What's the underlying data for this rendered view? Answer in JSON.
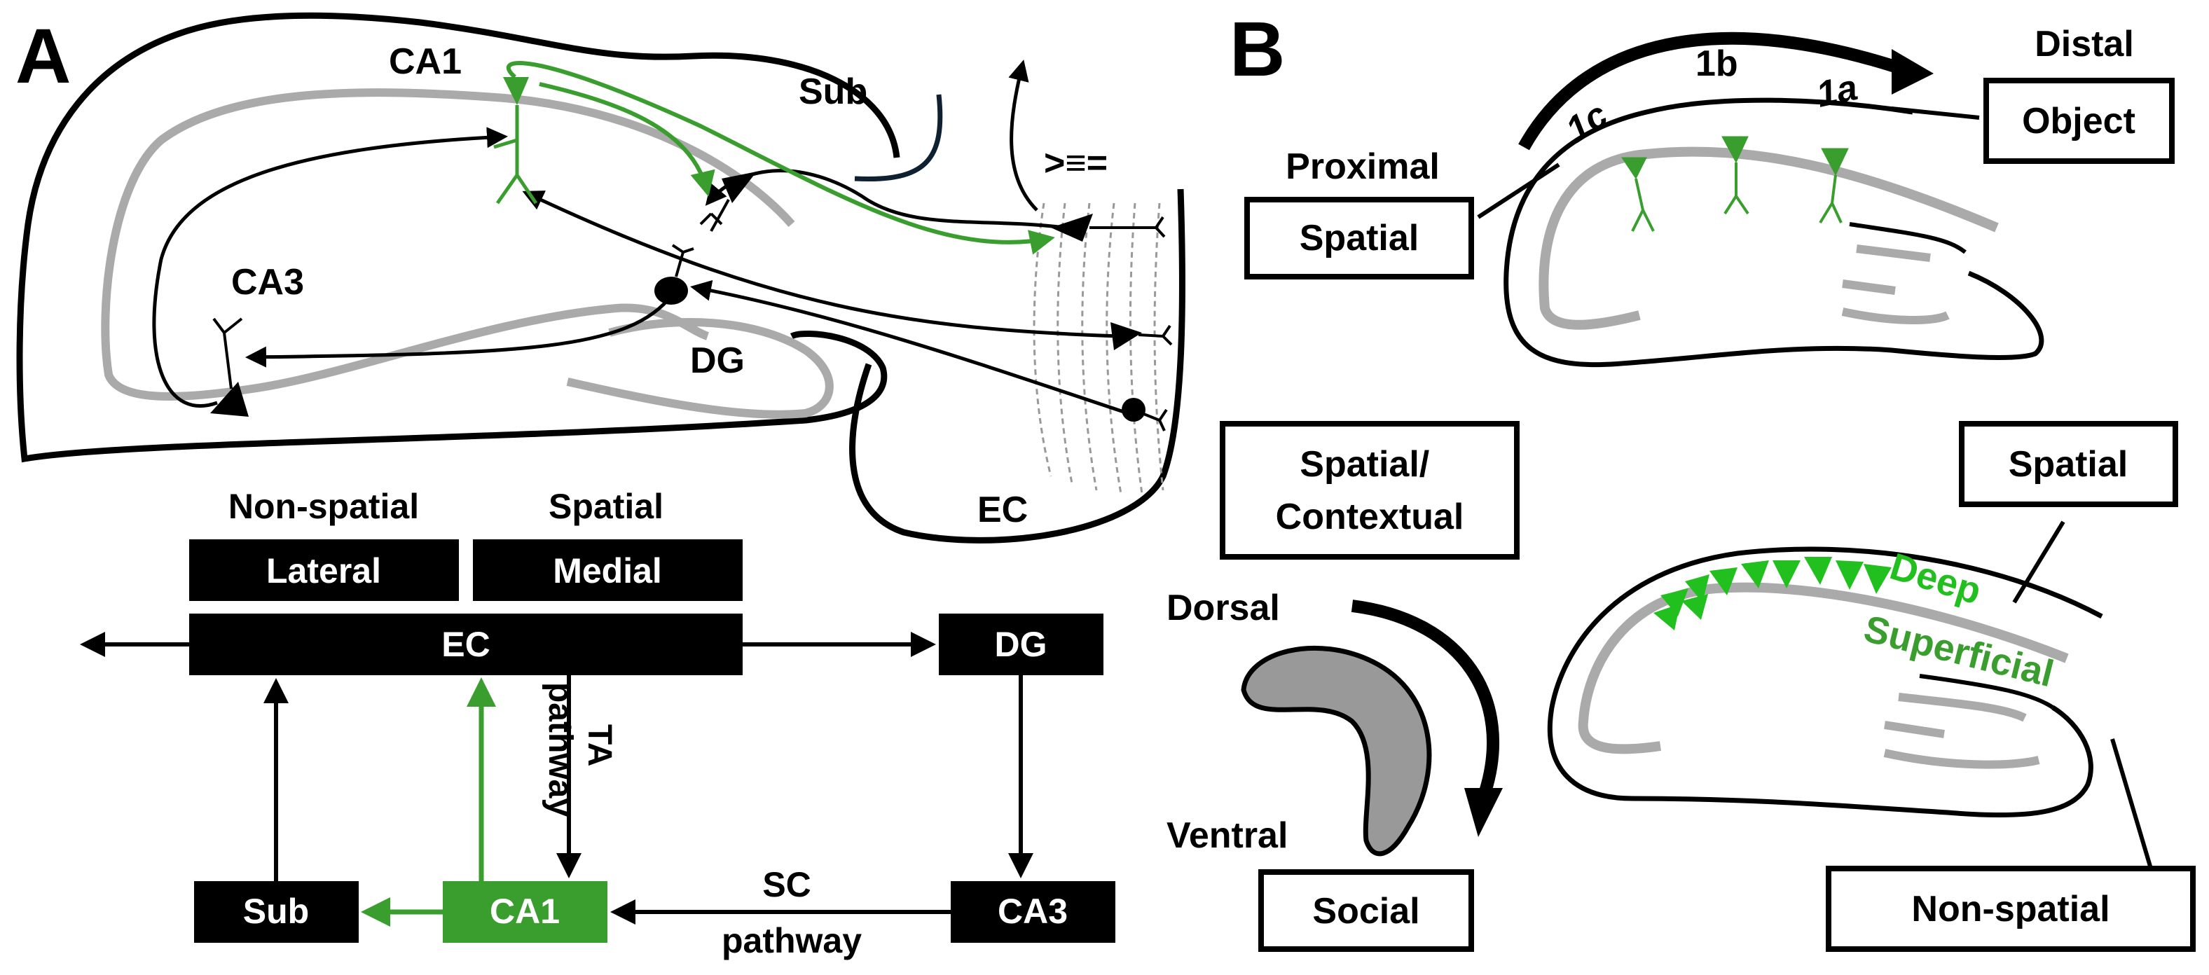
{
  "panel_a": {
    "letter": "A",
    "anatomy": {
      "ca1": "CA1",
      "sub": "Sub",
      "ca3": "CA3",
      "dg": "DG",
      "ec": "EC",
      "layers": ">≡="
    },
    "flow": {
      "non_spatial": "Non-spatial",
      "spatial": "Spatial",
      "lateral": "Lateral",
      "medial": "Medial",
      "ec": "EC",
      "dg": "DG",
      "sub": "Sub",
      "ca1": "CA1",
      "ca3": "CA3",
      "ta_pathway": "TA\npathway",
      "sc_pathway": "SC\npathway"
    }
  },
  "panel_b": {
    "letter": "B",
    "top": {
      "distal": "Distal",
      "object": "Object",
      "proximal": "Proximal",
      "spatial": "Spatial",
      "sub_1a": "1a",
      "sub_1b": "1b",
      "sub_1c": "1c"
    },
    "bottom_left": {
      "spatial_contextual": "Spatial/\nContextual",
      "dorsal": "Dorsal",
      "ventral": "Ventral",
      "social": "Social"
    },
    "bottom_right": {
      "spatial": "Spatial",
      "deep": "Deep",
      "superficial": "Superficial",
      "non_spatial": "Non-spatial"
    }
  },
  "colors": {
    "black": "#000000",
    "gray_layer": "#aaaaaa",
    "green": "#3a9e2f",
    "bright_green": "#22c01e",
    "ventral_fill": "#999999"
  }
}
